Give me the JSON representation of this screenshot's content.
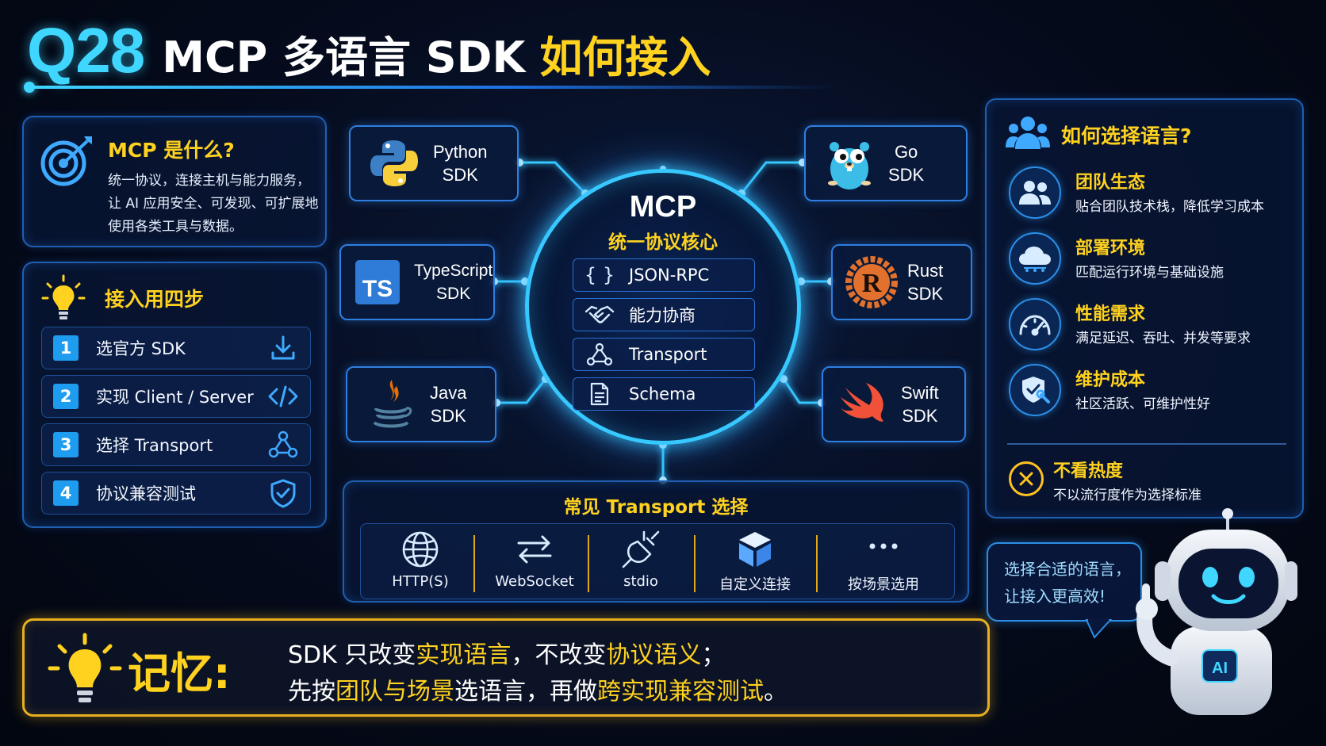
{
  "title": {
    "number": "Q28",
    "part1": "MCP 多语言 SDK",
    "part2": "如何接入"
  },
  "what_is": {
    "heading": "MCP 是什么?",
    "description": "统一协议，连接主机与能力服务，让 AI 应用安全、可发现、可扩展地使用各类工具与数据。",
    "icon": "target-icon"
  },
  "steps": {
    "heading": "接入用四步",
    "icon": "lightbulb-icon",
    "items": [
      {
        "num": "1",
        "label": "选官方 SDK",
        "icon": "download-icon"
      },
      {
        "num": "2",
        "label": "实现 Client / Server",
        "icon": "code-icon"
      },
      {
        "num": "3",
        "label": "选择 Transport",
        "icon": "network-icon"
      },
      {
        "num": "4",
        "label": "协议兼容测试",
        "icon": "shield-check-icon"
      }
    ]
  },
  "sdks": [
    {
      "line1": "Python",
      "line2": "SDK",
      "icon": "python-logo"
    },
    {
      "line1": "TypeScript",
      "line2": "SDK",
      "icon": "typescript-logo"
    },
    {
      "line1": "Java",
      "line2": "SDK",
      "icon": "java-logo"
    },
    {
      "line1": "Go",
      "line2": "SDK",
      "icon": "go-gopher-logo"
    },
    {
      "line1": "Rust",
      "line2": "SDK",
      "icon": "rust-logo"
    },
    {
      "line1": "Swift",
      "line2": "SDK",
      "icon": "swift-logo"
    }
  ],
  "core": {
    "title": "MCP",
    "subtitle": "统一协议核心",
    "items": [
      {
        "label": "JSON-RPC",
        "icon": "braces-icon"
      },
      {
        "label": "能力协商",
        "icon": "handshake-icon"
      },
      {
        "label": "Transport",
        "icon": "nodes-icon"
      },
      {
        "label": "Schema",
        "icon": "document-icon"
      }
    ]
  },
  "transport": {
    "heading": "常见 Transport 选择",
    "items": [
      {
        "label": "HTTP(S)",
        "icon": "globe-icon"
      },
      {
        "label": "WebSocket",
        "icon": "arrows-icon"
      },
      {
        "label": "stdio",
        "icon": "plug-icon"
      },
      {
        "label": "自定义连接",
        "icon": "cube-icon"
      },
      {
        "label": "按场景选用",
        "icon": "more-icon"
      }
    ]
  },
  "choose": {
    "heading": "如何选择语言?",
    "icon": "users-icon",
    "items": [
      {
        "title": "团队生态",
        "desc": "贴合团队技术栈，降低学习成本",
        "icon": "team-icon"
      },
      {
        "title": "部署环境",
        "desc": "匹配运行环境与基础设施",
        "icon": "cloud-icon"
      },
      {
        "title": "性能需求",
        "desc": "满足延迟、吞吐、并发等要求",
        "icon": "gauge-icon"
      },
      {
        "title": "维护成本",
        "desc": "社区活跃、可维护性好",
        "icon": "shield-wrench-icon"
      }
    ],
    "no": {
      "title": "不看热度",
      "desc": "不以流行度作为选择标准",
      "icon": "x-circle-icon"
    }
  },
  "bubble": {
    "line1": "选择合适的语言，",
    "line2": "让接入更高效!"
  },
  "robot": {
    "badge": "AI"
  },
  "memory": {
    "heading": "记忆:",
    "icon": "lightbulb-icon",
    "line1": {
      "a": "SDK 只改变",
      "b": "实现语言",
      "c": "，不改变",
      "d": "协议语义",
      "e": "；"
    },
    "line2": {
      "a": "先按",
      "b": "团队与场景",
      "c": "选语言，再做",
      "d": "跨实现兼容测试",
      "e": "。"
    }
  },
  "colors": {
    "cyan": "#3fd6ff",
    "yellow": "#ffd21f",
    "panel_border": "#1f5fb0",
    "background": "#050b1c"
  }
}
